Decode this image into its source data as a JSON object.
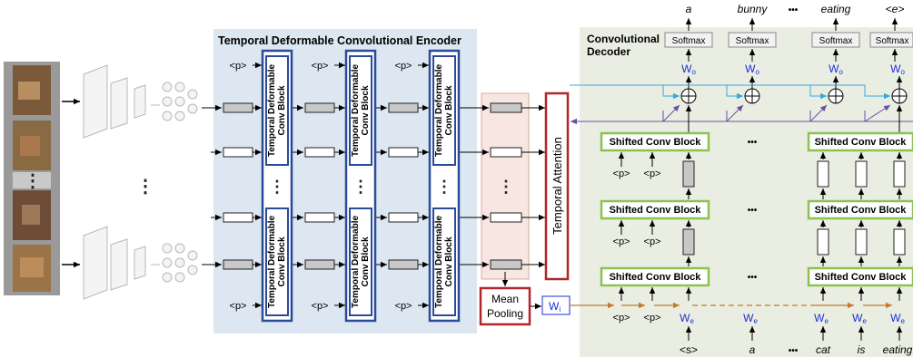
{
  "encoder": {
    "title": "Temporal Deformable Convolutional Encoder",
    "block_label_line1": "Temporal Deformable",
    "block_label_line2": "Conv Block",
    "pad_token": "<p>",
    "ellipsis": "⋮"
  },
  "attention": {
    "label": "Temporal Attention"
  },
  "pooling": {
    "label_line1": "Mean",
    "label_line2": "Pooling",
    "weight": "W",
    "weight_sub": "i"
  },
  "decoder": {
    "title_line1": "Convolutional",
    "title_line2": "Decoder",
    "softmax": "Softmax",
    "output_weight": "W",
    "output_weight_sub": "o",
    "embed_weight": "W",
    "embed_weight_sub": "e",
    "block_label": "Shifted Conv Block",
    "pad_token": "<p>",
    "h_ellipsis": "•••",
    "outputs": [
      "a",
      "bunny",
      "eating",
      "<e>"
    ],
    "inputs": [
      "<s>",
      "a",
      "cat",
      "is",
      "eating"
    ]
  },
  "colors": {
    "encoder_bg": "#dde7f1",
    "decoder_bg": "#eaeee2",
    "block_blue": "#2c4a9a",
    "attention_red": "#b0262c",
    "shifted_green": "#8cc152",
    "cyan_arrow": "#35a8dc",
    "purple_arrow": "#6b4fa4",
    "orange_arrow": "#c8782a",
    "weight_blue": "#1a2fd6"
  }
}
